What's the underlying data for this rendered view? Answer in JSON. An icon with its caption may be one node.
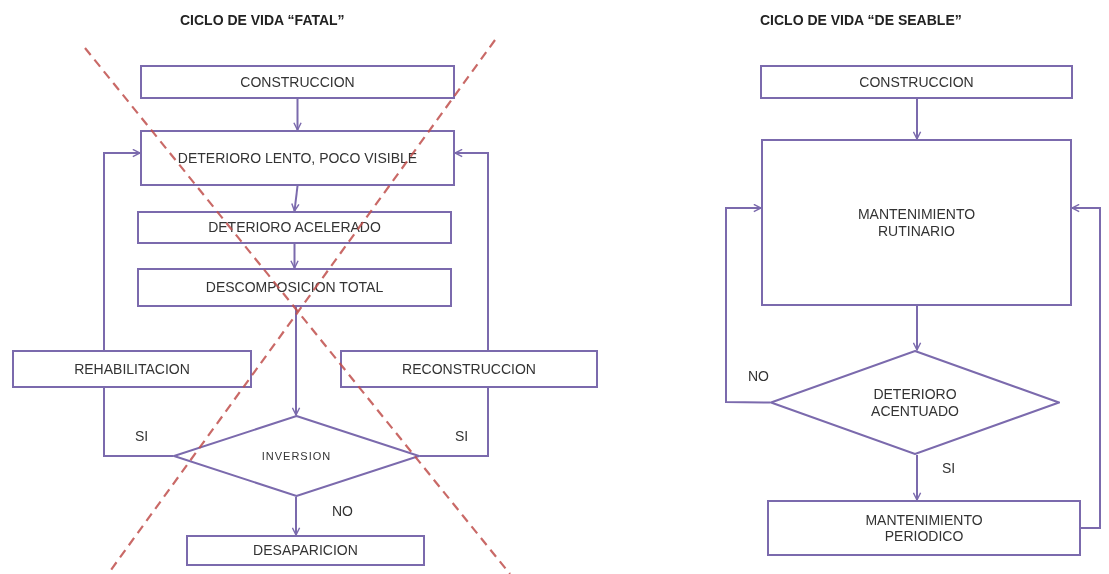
{
  "diagram": {
    "nodes": [
      {
        "text": [
          "CONSTRUCCION"
        ]
      },
      {
        "text": [
          "DETERIORO LENTO, POCO VISIBLE"
        ]
      },
      {
        "text": [
          "DETERIORO ACELERADO"
        ]
      },
      {
        "text": [
          "DESCOMPOSICION TOTAL"
        ]
      },
      {
        "text": [
          "REHABILITACION"
        ]
      },
      {
        "text": [
          "RECONSTRUCCION"
        ]
      },
      {
        "text": [
          "INVERSION"
        ]
      },
      {
        "text": [
          "DESAPARICION"
        ]
      },
      {
        "text": [
          "CONSTRUCCION"
        ]
      },
      {
        "text": [
          "MANTENIMIENTO RUTINARIO"
        ]
      },
      {
        "text": [
          "DETERIORO ACENTUADO"
        ]
      },
      {
        "text": [
          "MANTENIMIENTO PERIODICO"
        ]
      }
    ],
    "edges": [
      {
        "from": 0,
        "to": 1,
        "arrow": "to"
      },
      {
        "from": 1,
        "to": 2,
        "arrow": "to"
      },
      {
        "from": 2,
        "to": 3,
        "arrow": "to"
      },
      {
        "from": 3,
        "to": 6,
        "arrow": "to"
      },
      {
        "from": 6,
        "to": 7,
        "arrow": "to",
        "label": "NO"
      },
      {
        "from": 6,
        "to": 4,
        "arrow": "none",
        "label": "SI"
      },
      {
        "from": 4,
        "to": 1,
        "arrow": "to"
      },
      {
        "from": 6,
        "to": 5,
        "arrow": "none",
        "label": "SI"
      },
      {
        "from": 5,
        "to": 1,
        "arrow": "to"
      },
      {
        "from": 8,
        "to": 9,
        "arrow": "to"
      },
      {
        "from": 9,
        "to": 10,
        "arrow": "to"
      },
      {
        "from": 10,
        "to": 11,
        "arrow": "to",
        "label": "SI"
      },
      {
        "from": 10,
        "to": 9,
        "arrow": "to",
        "label": "NO"
      },
      {
        "from": 11,
        "to": 9,
        "arrow": "to"
      }
    ],
    "labels": [
      "CICLO DE VIDA “FATAL”",
      "CICLO DE VIDA “DE SEABLE”"
    ]
  }
}
